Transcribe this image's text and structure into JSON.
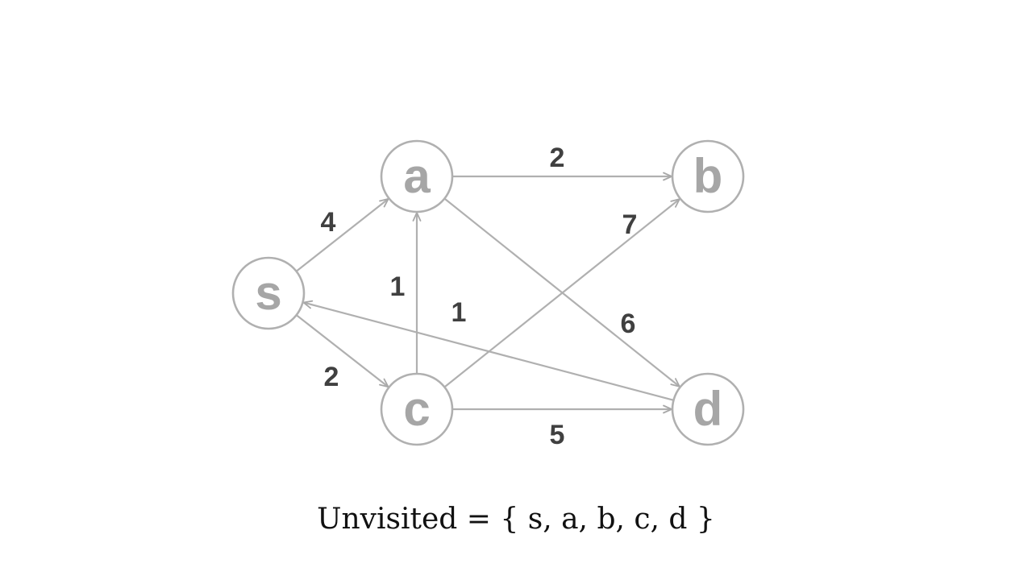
{
  "graph": {
    "nodes": [
      {
        "id": "s",
        "label": "s"
      },
      {
        "id": "a",
        "label": "a"
      },
      {
        "id": "b",
        "label": "b"
      },
      {
        "id": "c",
        "label": "c"
      },
      {
        "id": "d",
        "label": "d"
      }
    ],
    "edges": [
      {
        "from": "s",
        "to": "a",
        "weight": "4"
      },
      {
        "from": "s",
        "to": "c",
        "weight": "2"
      },
      {
        "from": "c",
        "to": "a",
        "weight": "1"
      },
      {
        "from": "a",
        "to": "b",
        "weight": "2"
      },
      {
        "from": "a",
        "to": "d",
        "weight": "6"
      },
      {
        "from": "c",
        "to": "b",
        "weight": "7"
      },
      {
        "from": "c",
        "to": "d",
        "weight": "5"
      },
      {
        "from": "d",
        "to": "s",
        "weight": "1"
      }
    ]
  },
  "caption": "Unvisited = { s, a, b, c, d }",
  "colors": {
    "node_stroke": "#b0b0b0",
    "node_label": "#a6a6a6",
    "edge": "#b0b0b0",
    "weight_label": "#404040",
    "caption": "#111111"
  }
}
